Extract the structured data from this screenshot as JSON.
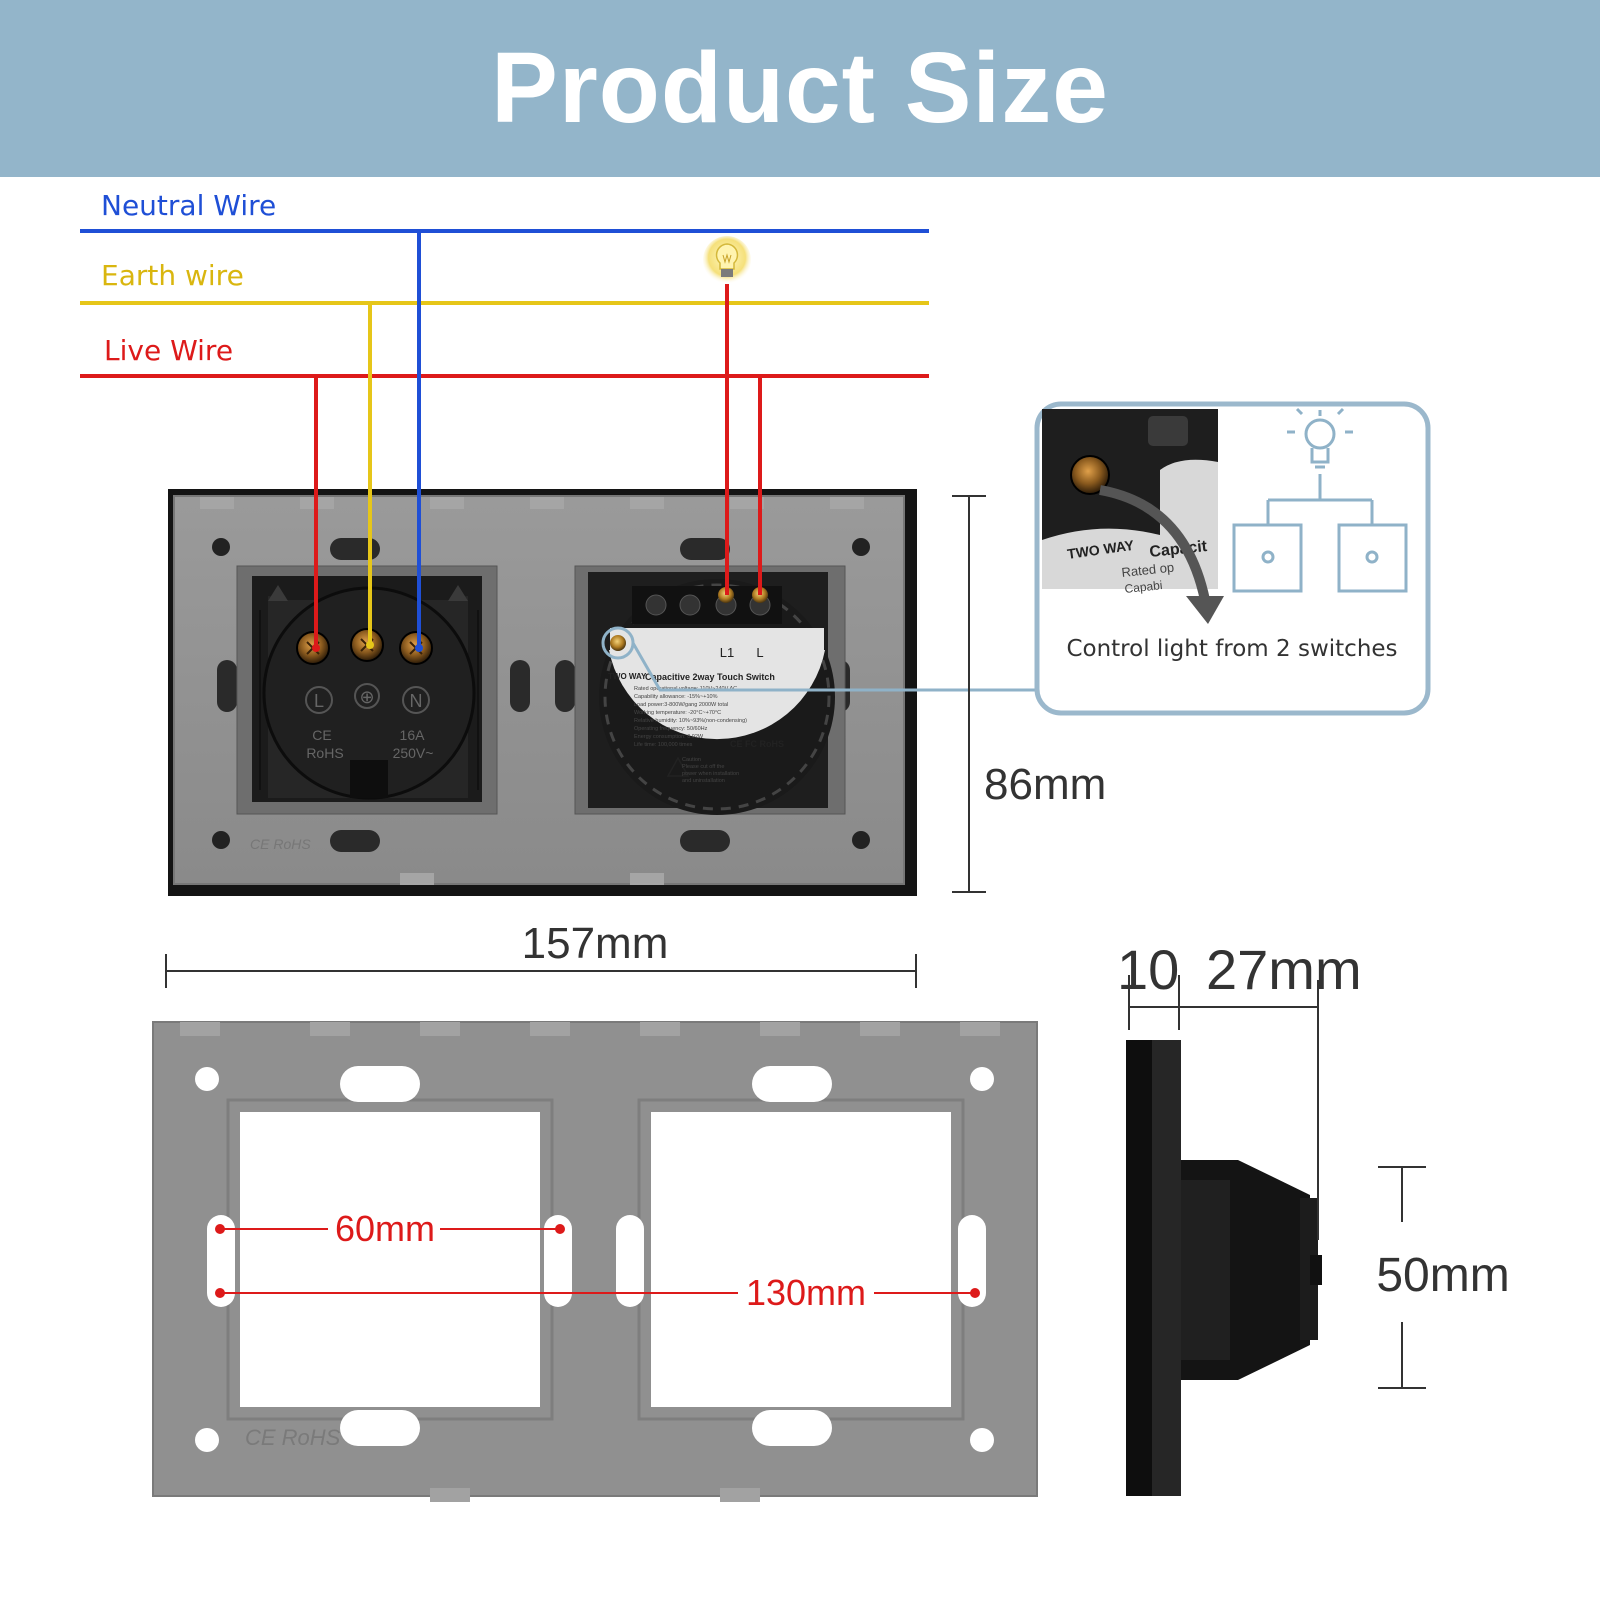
{
  "header": {
    "title": "Product Size"
  },
  "wires": {
    "neutral": {
      "label": "Neutral Wire",
      "color": "#1f4fd6"
    },
    "earth": {
      "label": "Earth wire",
      "color": "#e6c619"
    },
    "live": {
      "label": "Live Wire",
      "color": "#dd1a1a"
    }
  },
  "socket": {
    "mark_l": "L",
    "mark_n": "N",
    "mark_earth": "⊕",
    "ce": "CE",
    "rohs": "RoHS",
    "rating_a": "16A",
    "rating_v": "250V~"
  },
  "panel": {
    "marking": "CE RoHS"
  },
  "touch_switch": {
    "terminal_l1": "L1",
    "terminal_l": "L",
    "title": "Capacitive 2way Touch Switch",
    "prefix": "TWO WAY",
    "specs": [
      "Rated operational voltage: 110V~240V AC",
      "Capability allowance: -15%~+10%",
      "Load power:3-800W/gang 2000W total",
      "Working temperature: -20°C~+70°C",
      "Relative humidity: 10%~93%(non-condensing)",
      "Operating frequency: 50/60Hz",
      "Energy consumption: 0.02W",
      "Life time: 100,000 times"
    ],
    "certs": "CE FC RoHS",
    "caution": [
      "Caution",
      "Please cut off the",
      "power when installation",
      "and uninstallation"
    ]
  },
  "callout": {
    "zoom_line1": "TWO WAY",
    "zoom_word": "Capacit",
    "zoom_line2": "Rated op",
    "zoom_line3": "Capabi",
    "caption": "Control light from 2 switches"
  },
  "dimensions": {
    "height": "86mm",
    "width": "157mm",
    "thickness_front": "10",
    "depth": "27mm",
    "hole_pitch": "60mm",
    "hole_span": "130mm",
    "body": "50mm"
  },
  "colors": {
    "header_bg": "#93b5ca",
    "plate_gray": "#909090",
    "frame_black": "#141414",
    "callout_border": "#9bb8cc",
    "dimension_red": "#dd1a1a"
  }
}
